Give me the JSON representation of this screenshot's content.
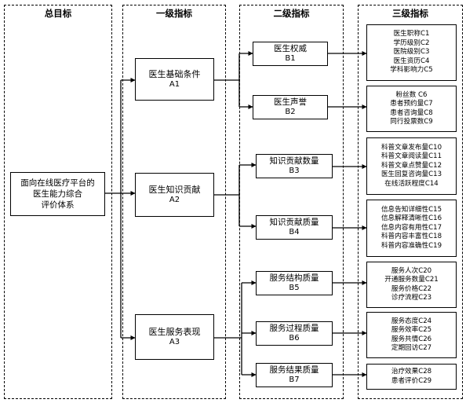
{
  "headers": {
    "col0": "总目标",
    "col1": "一级指标",
    "col2": "二级指标",
    "col3": "三级指标"
  },
  "root": {
    "lines": [
      "面向在线医疗平台的",
      "医生能力综合",
      "评价体系"
    ]
  },
  "level1": [
    {
      "name": "医生基础条件",
      "code": "A1"
    },
    {
      "name": "医生知识贡献",
      "code": "A2"
    },
    {
      "name": "医生服务表现",
      "code": "A3"
    }
  ],
  "level2": [
    {
      "name": "医生权威",
      "code": "B1"
    },
    {
      "name": "医生声誉",
      "code": "B2"
    },
    {
      "name": "知识贡献数量",
      "code": "B3"
    },
    {
      "name": "知识贡献质量",
      "code": "B4"
    },
    {
      "name": "服务结构质量",
      "code": "B5"
    },
    {
      "name": "服务过程质量",
      "code": "B6"
    },
    {
      "name": "服务结果质量",
      "code": "B7"
    }
  ],
  "level3": [
    [
      "医生职称C1",
      "学历级别C2",
      "医院级别C3",
      "医生资历C4",
      "学科影响力C5"
    ],
    [
      "粉丝数 C6",
      "患者预约量C7",
      "患者咨询量C8",
      "同行投票数C9"
    ],
    [
      "科普文章发布量C10",
      "科普文章阅读量C11",
      "科普文章点赞量C12",
      "医生回复咨询量C13",
      "在线活跃程度C14"
    ],
    [
      "信息告知详细性C15",
      "信息解释清晰性C16",
      "信息内容有用性C17",
      "科普内容丰富性C18",
      "科普内容准确性C19"
    ],
    [
      "服务人次C20",
      "开通服务数量C21",
      "服务价格C22",
      "诊疗流程C23"
    ],
    [
      "服务态度C24",
      "服务效率C25",
      "服务共情C26",
      "定期回访C27"
    ],
    [
      "治疗效果C28",
      "患者评价C29"
    ]
  ]
}
